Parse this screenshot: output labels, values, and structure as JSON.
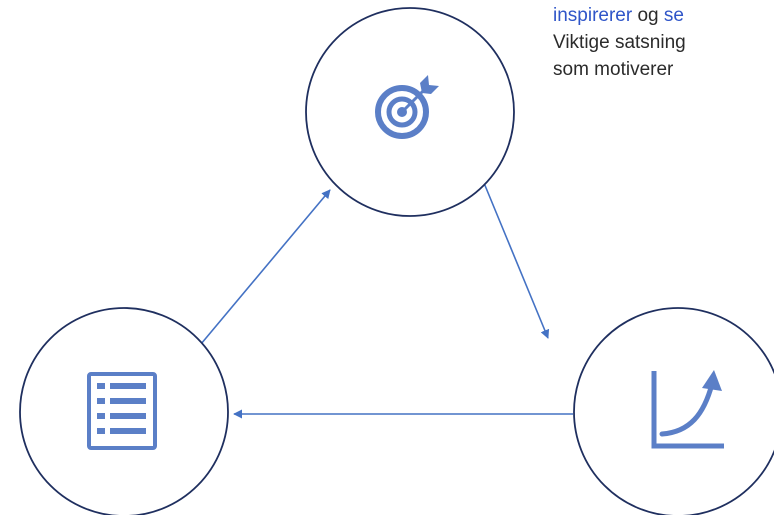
{
  "caption": {
    "line1": {
      "link1": "inspirerer",
      "connector": " og ",
      "link2": "se"
    },
    "line2": "Viktige satsning",
    "line3": "som motiverer"
  },
  "colors": {
    "circle_stroke": "#1f2f5f",
    "arrow": "#4472c4",
    "icon": "#5b7fc7",
    "link_text": "#2f55c8",
    "body_text": "#2b2b2b"
  },
  "nodes": {
    "top": {
      "icon": "target-icon"
    },
    "bottom_left": {
      "icon": "checklist-icon"
    },
    "bottom_right": {
      "icon": "growth-chart-icon"
    }
  },
  "arrows": [
    {
      "from": "top",
      "to": "bottom_right"
    },
    {
      "from": "bottom_right",
      "to": "bottom_left"
    },
    {
      "from": "bottom_left",
      "to": "top"
    }
  ]
}
